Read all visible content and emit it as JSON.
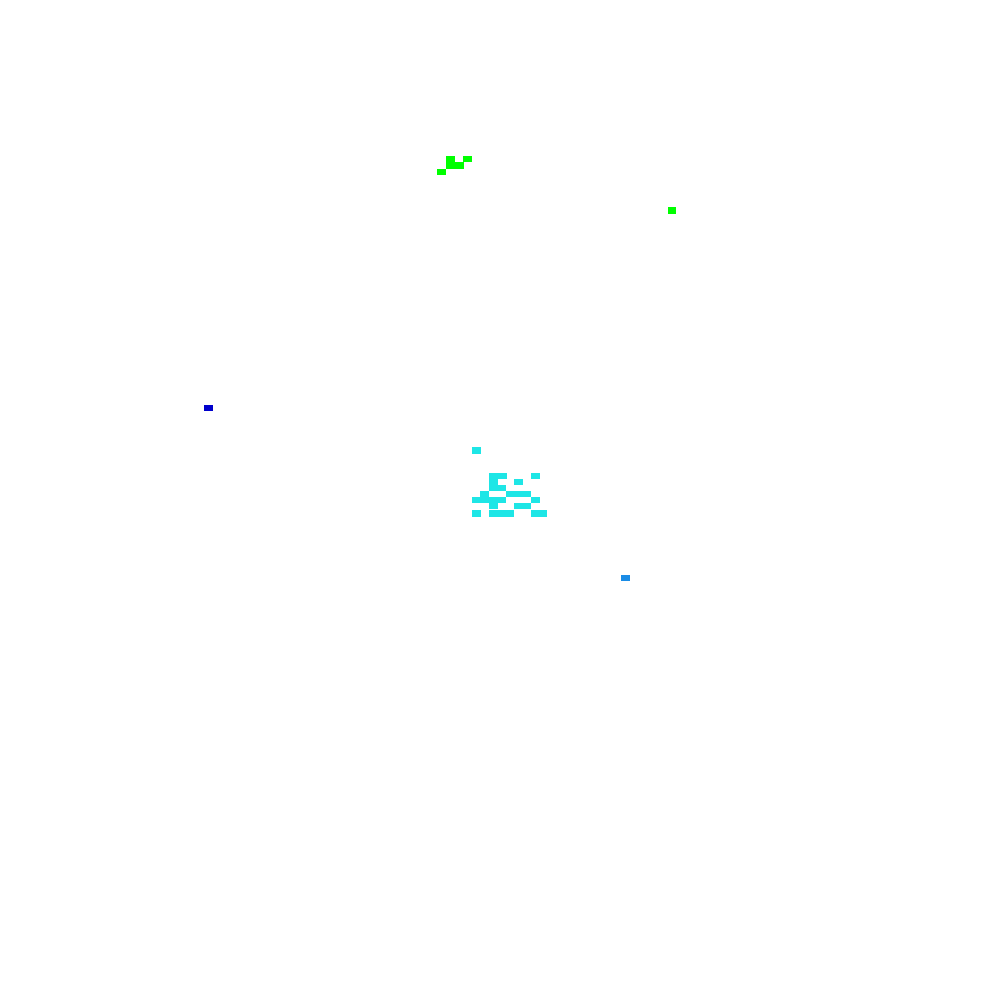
{
  "palette": {
    "background": "#ffffff",
    "green": "#00ff00",
    "cyan": "#1ee6e6",
    "blue": "#0000cc",
    "azure": "#1a8ce6"
  },
  "clusters": [
    {
      "name": "green-pixel-cluster-top",
      "color_key": "green",
      "cell_count": 6
    },
    {
      "name": "green-pixel-single-right",
      "color_key": "green",
      "cell_count": 1
    },
    {
      "name": "blue-pixel-single-left",
      "color_key": "blue",
      "cell_count": 1
    },
    {
      "name": "cyan-pixel-cluster-center",
      "color_key": "cyan",
      "cell_count": 22
    },
    {
      "name": "azure-pixel-single-lower-right",
      "color_key": "azure",
      "cell_count": 1
    }
  ]
}
